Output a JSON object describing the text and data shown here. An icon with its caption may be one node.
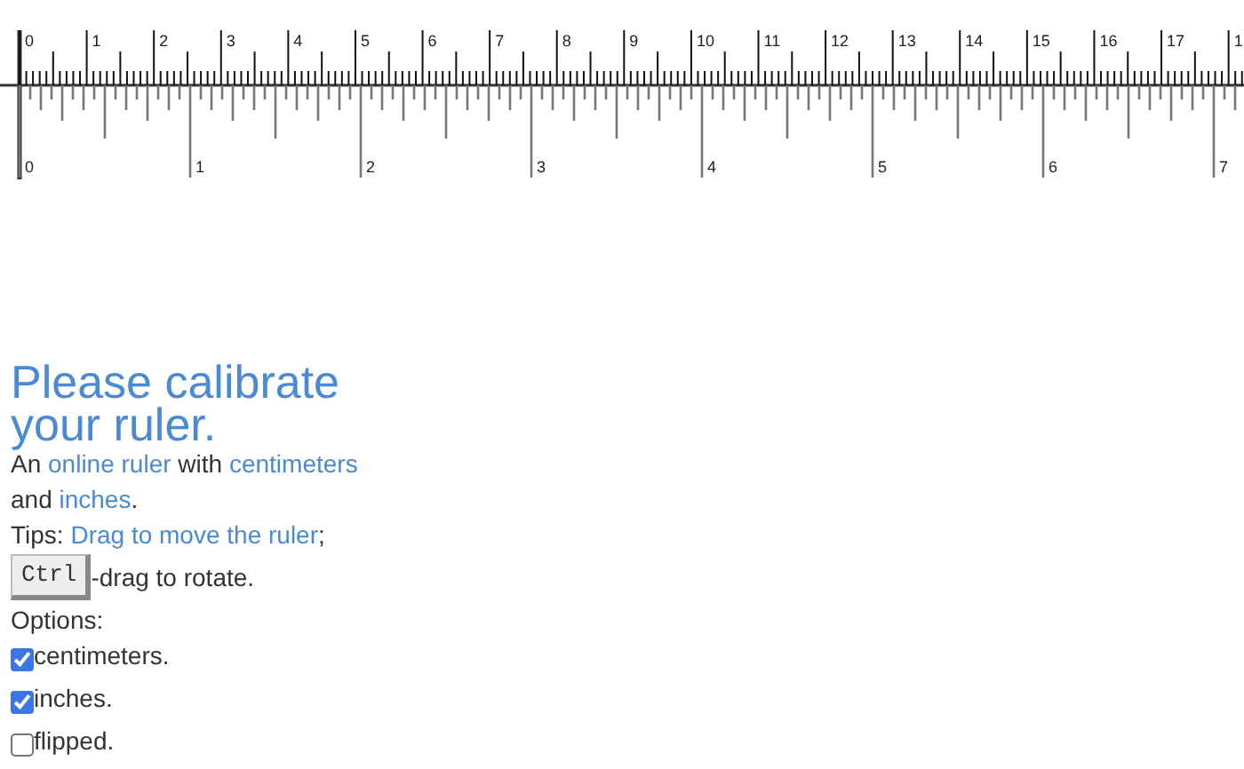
{
  "diagram": {
    "title": "Please calibrate your ruler.",
    "labels": [
      "0",
      "1",
      "2",
      "3",
      "4",
      "5",
      "6",
      "7",
      "8",
      "9",
      "10",
      "11",
      "12",
      "13",
      "14",
      "15",
      "16",
      "17",
      "1",
      "0",
      "1",
      "2",
      "3",
      "4",
      "5",
      "6",
      "7",
      "An",
      "online ruler",
      "with",
      "centimeters",
      "and",
      "inches",
      ".",
      "Tips:",
      "Drag to move the ruler",
      ";",
      "Ctrl",
      "-drag to rotate.",
      "Options:",
      "centimeters.",
      "inches.",
      "flipped."
    ]
  }
}
